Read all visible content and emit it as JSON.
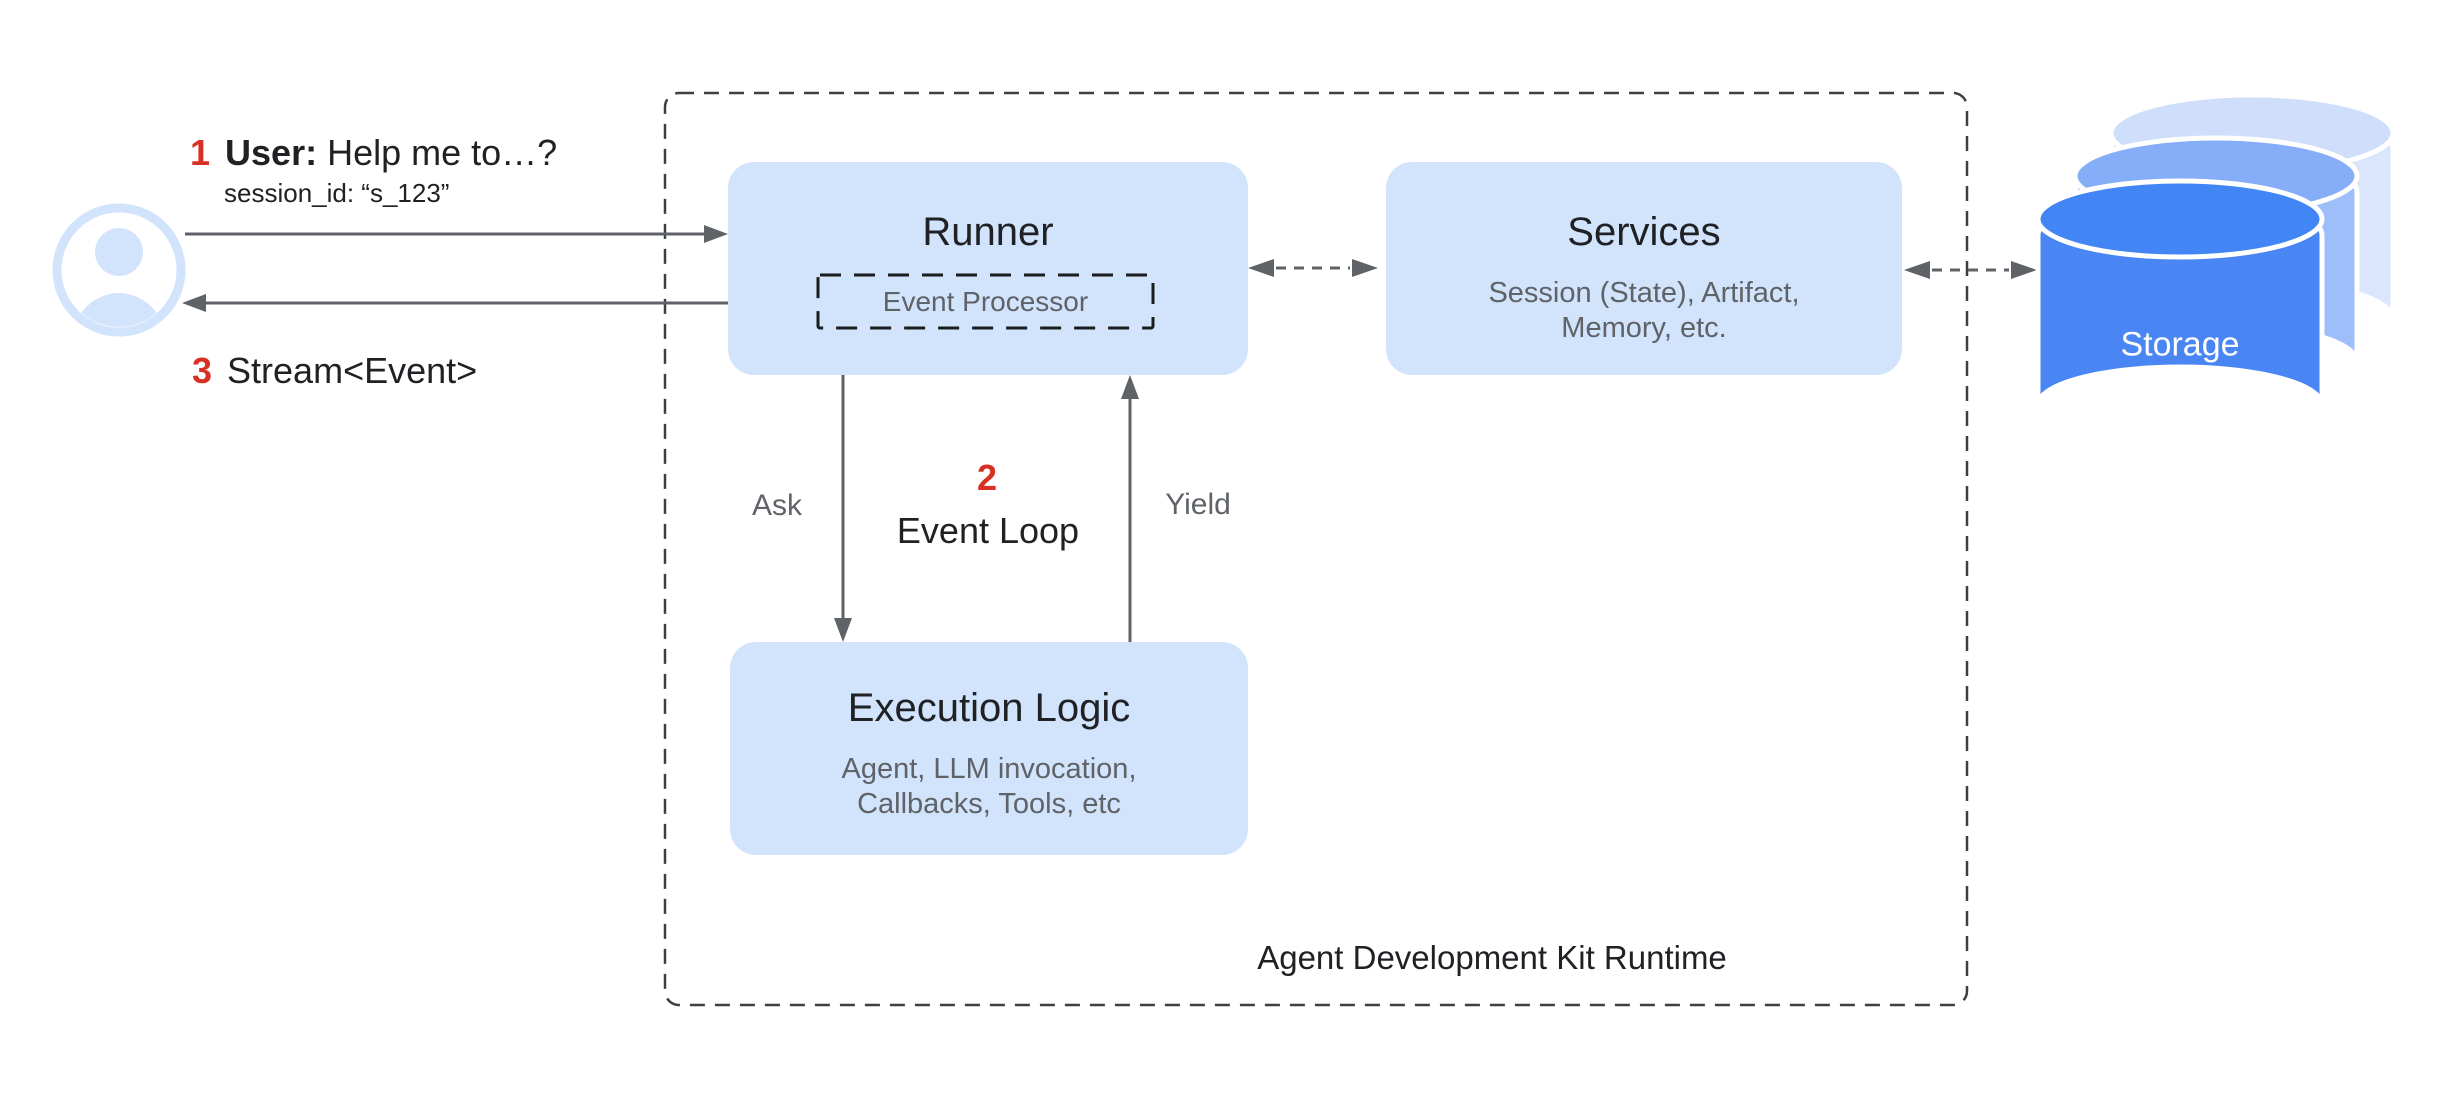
{
  "user_flow": {
    "step1": {
      "num": "1",
      "actor": "User:",
      "message": "Help me to…?",
      "session": "session_id: “s_123”"
    },
    "step3": {
      "num": "3",
      "message": "Stream<Event>"
    }
  },
  "runtime": {
    "title": "Agent Development Kit Runtime",
    "runner": {
      "title": "Runner",
      "processor": "Event Processor"
    },
    "services": {
      "title": "Services",
      "subtitle": "Session (State), Artifact,\nMemory, etc."
    },
    "execution": {
      "title": "Execution Logic",
      "subtitle": "Agent, LLM invocation,\nCallbacks, Tools, etc"
    },
    "loop": {
      "num": "2",
      "label": "Event Loop",
      "ask": "Ask",
      "yield": "Yield"
    }
  },
  "storage": {
    "label": "Storage"
  },
  "colors": {
    "box_fill": "#d2e3fc",
    "accent_red": "#d93025",
    "text_dark": "#202124",
    "text_gray": "#5f6368",
    "arrow_gray": "#5f6368",
    "dashed_border": "#3c4043",
    "storage_front": "#4285f4",
    "storage_middle": "#8ab4f8",
    "storage_back": "#d2e3fc"
  }
}
